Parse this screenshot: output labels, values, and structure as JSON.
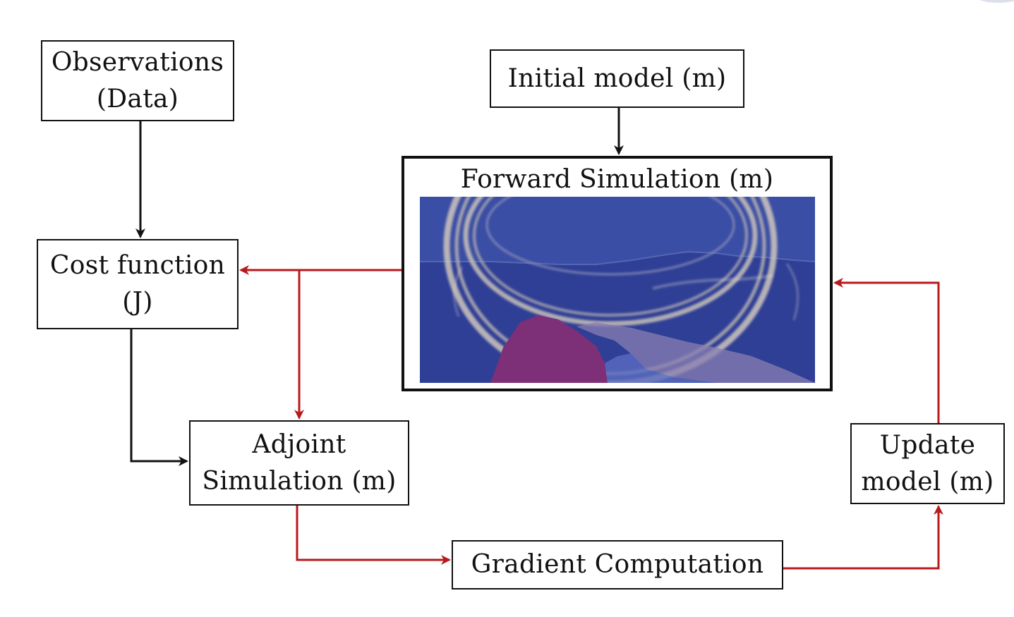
{
  "diagram": {
    "observations": {
      "line1": "Observations",
      "line2": "(Data)"
    },
    "initial_model": {
      "label": "Initial model (m)"
    },
    "forward_simulation": {
      "label": "Forward Simulation (m)"
    },
    "cost_function": {
      "line1": "Cost function",
      "line2": "(J)"
    },
    "adjoint_simulation": {
      "line1": "Adjoint",
      "line2": "Simulation (m)"
    },
    "update_model": {
      "line1": "Update",
      "line2": "model (m)"
    },
    "gradient_computation": {
      "label": "Gradient Computation"
    }
  },
  "colors": {
    "black_arrow": "#111111",
    "red_arrow": "#b8191c",
    "wavefield_background": "#2e3e94",
    "wavefield_upper_layer": "#3a4da3",
    "salt_body": "#7d2f77",
    "wavefront": "#c8c0b8"
  }
}
